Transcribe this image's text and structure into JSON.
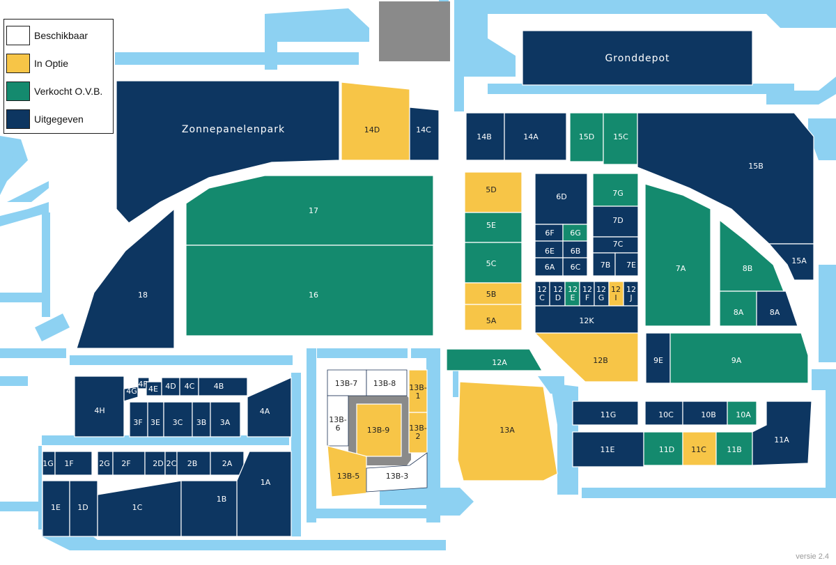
{
  "colors": {
    "available": "#ffffff",
    "option": "#f7c547",
    "sold": "#148a6e",
    "issued": "#0d3661",
    "water": "#8dd1f2",
    "grey": "#8a8a8a"
  },
  "legend": [
    {
      "label": "Beschikbaar",
      "status": "available"
    },
    {
      "label": "In Optie",
      "status": "option"
    },
    {
      "label": "Verkocht O.V.B.",
      "status": "sold"
    },
    {
      "label": "Uitgegeven",
      "status": "issued"
    }
  ],
  "labels": {
    "zonnepanelenpark": "Zonnepanelenpark",
    "gronddepot": "Gronddepot",
    "version": "versie 2.4"
  },
  "lots": [
    {
      "id": "14D",
      "status": "option"
    },
    {
      "id": "14C",
      "status": "issued"
    },
    {
      "id": "14B",
      "status": "issued"
    },
    {
      "id": "14A",
      "status": "issued"
    },
    {
      "id": "15D",
      "status": "sold"
    },
    {
      "id": "15C",
      "status": "sold"
    },
    {
      "id": "15B",
      "status": "issued"
    },
    {
      "id": "15A",
      "status": "issued"
    },
    {
      "id": "17",
      "status": "sold"
    },
    {
      "id": "16",
      "status": "sold"
    },
    {
      "id": "18",
      "status": "issued"
    },
    {
      "id": "5D",
      "status": "option"
    },
    {
      "id": "5E",
      "status": "sold"
    },
    {
      "id": "5C",
      "status": "sold"
    },
    {
      "id": "5B",
      "status": "option"
    },
    {
      "id": "5A",
      "status": "option"
    },
    {
      "id": "6D",
      "status": "issued"
    },
    {
      "id": "6F",
      "status": "issued"
    },
    {
      "id": "6G",
      "status": "sold"
    },
    {
      "id": "6E",
      "status": "issued"
    },
    {
      "id": "6B",
      "status": "issued"
    },
    {
      "id": "6A",
      "status": "issued"
    },
    {
      "id": "6C",
      "status": "issued"
    },
    {
      "id": "7G",
      "status": "sold"
    },
    {
      "id": "7D",
      "status": "issued"
    },
    {
      "id": "7C",
      "status": "issued"
    },
    {
      "id": "7B",
      "status": "issued"
    },
    {
      "id": "7E",
      "status": "issued"
    },
    {
      "id": "7A",
      "status": "sold"
    },
    {
      "id": "8B",
      "status": "sold"
    },
    {
      "id": "8A-W",
      "label": "8A",
      "status": "sold"
    },
    {
      "id": "8A-E",
      "label": "8A",
      "status": "issued"
    },
    {
      "id": "12C",
      "label": "12\nC",
      "status": "issued"
    },
    {
      "id": "12D",
      "label": "12\nD",
      "status": "issued"
    },
    {
      "id": "12E",
      "label": "12\nE",
      "status": "sold"
    },
    {
      "id": "12F",
      "label": "12\nF",
      "status": "issued"
    },
    {
      "id": "12G",
      "label": "12\nG",
      "status": "issued"
    },
    {
      "id": "12I",
      "label": "12\nI",
      "status": "option"
    },
    {
      "id": "12J",
      "label": "12\nJ",
      "status": "issued"
    },
    {
      "id": "12K",
      "status": "issued"
    },
    {
      "id": "12B",
      "status": "option"
    },
    {
      "id": "12A",
      "status": "sold"
    },
    {
      "id": "9E",
      "status": "issued"
    },
    {
      "id": "9A",
      "status": "sold"
    },
    {
      "id": "13A",
      "status": "option"
    },
    {
      "id": "13B-7",
      "status": "available"
    },
    {
      "id": "13B-8",
      "status": "available"
    },
    {
      "id": "13B-1",
      "label": "13B-\n1",
      "status": "option"
    },
    {
      "id": "13B-6",
      "label": "13B-\n6",
      "status": "available"
    },
    {
      "id": "13B-9",
      "status": "option"
    },
    {
      "id": "13B-2",
      "label": "13B-\n2",
      "status": "option"
    },
    {
      "id": "13B-5",
      "status": "option"
    },
    {
      "id": "13B-3",
      "status": "available"
    },
    {
      "id": "11G",
      "status": "issued"
    },
    {
      "id": "10C",
      "status": "issued"
    },
    {
      "id": "10B",
      "status": "issued"
    },
    {
      "id": "10A",
      "status": "sold"
    },
    {
      "id": "11E",
      "status": "issued"
    },
    {
      "id": "11D",
      "status": "sold"
    },
    {
      "id": "11C",
      "status": "option"
    },
    {
      "id": "11B",
      "status": "sold"
    },
    {
      "id": "11A",
      "status": "issued"
    },
    {
      "id": "4H",
      "status": "issued"
    },
    {
      "id": "4G",
      "status": "issued"
    },
    {
      "id": "4F",
      "status": "issued"
    },
    {
      "id": "4E",
      "status": "issued"
    },
    {
      "id": "4D",
      "status": "issued"
    },
    {
      "id": "4C",
      "status": "issued"
    },
    {
      "id": "4B",
      "status": "issued"
    },
    {
      "id": "4A",
      "status": "issued"
    },
    {
      "id": "3F",
      "status": "issued"
    },
    {
      "id": "3E",
      "status": "issued"
    },
    {
      "id": "3C",
      "status": "issued"
    },
    {
      "id": "3B",
      "status": "issued"
    },
    {
      "id": "3A",
      "status": "issued"
    },
    {
      "id": "1G",
      "status": "issued"
    },
    {
      "id": "1F",
      "status": "issued"
    },
    {
      "id": "2G",
      "status": "issued"
    },
    {
      "id": "2F",
      "status": "issued"
    },
    {
      "id": "2D",
      "status": "issued"
    },
    {
      "id": "2C",
      "status": "issued"
    },
    {
      "id": "2B",
      "status": "issued"
    },
    {
      "id": "2A",
      "status": "issued"
    },
    {
      "id": "1A",
      "status": "issued"
    },
    {
      "id": "1E",
      "status": "issued"
    },
    {
      "id": "1D",
      "status": "issued"
    },
    {
      "id": "1C",
      "status": "issued"
    },
    {
      "id": "1B",
      "status": "issued"
    }
  ]
}
